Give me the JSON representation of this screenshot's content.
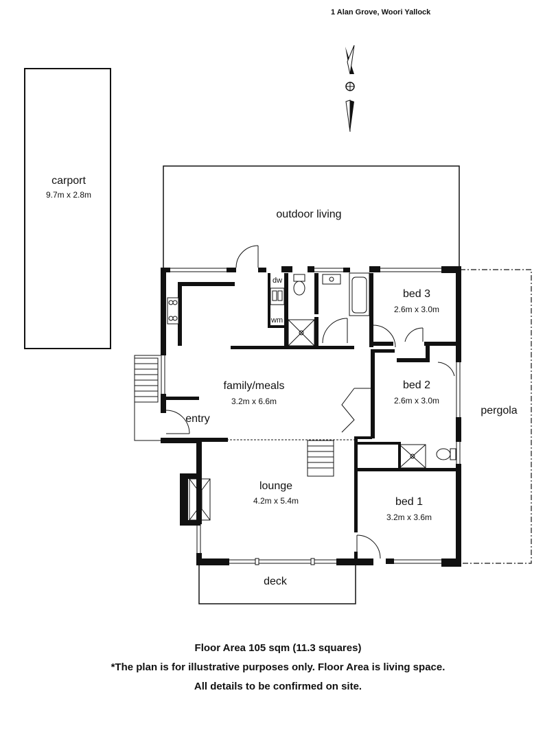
{
  "address": "1 Alan Grove, Woori Yallock",
  "rooms": {
    "carport": {
      "name": "carport",
      "dims": "9.7m x 2.8m"
    },
    "outdoor_living": {
      "name": "outdoor living"
    },
    "bed3": {
      "name": "bed 3",
      "dims": "2.6m x 3.0m"
    },
    "family": {
      "name": "family/meals",
      "dims": "3.2m x 6.6m"
    },
    "bed2": {
      "name": "bed 2",
      "dims": "2.6m x 3.0m"
    },
    "entry": {
      "name": "entry"
    },
    "pergola": {
      "name": "pergola"
    },
    "lounge": {
      "name": "lounge",
      "dims": "4.2m x 5.4m"
    },
    "bed1": {
      "name": "bed 1",
      "dims": "3.2m x 3.6m"
    },
    "deck": {
      "name": "deck"
    }
  },
  "fixtures": {
    "dw": "dw",
    "wm": "wm"
  },
  "footer": {
    "floor_area": "Floor Area 105 sqm (11.3 squares)",
    "disclaimer": "*The plan is for illustrative purposes only. Floor Area is living space.",
    "confirm": "All details to be confirmed on site."
  },
  "icons": {
    "compass": "north-arrow-icon"
  }
}
